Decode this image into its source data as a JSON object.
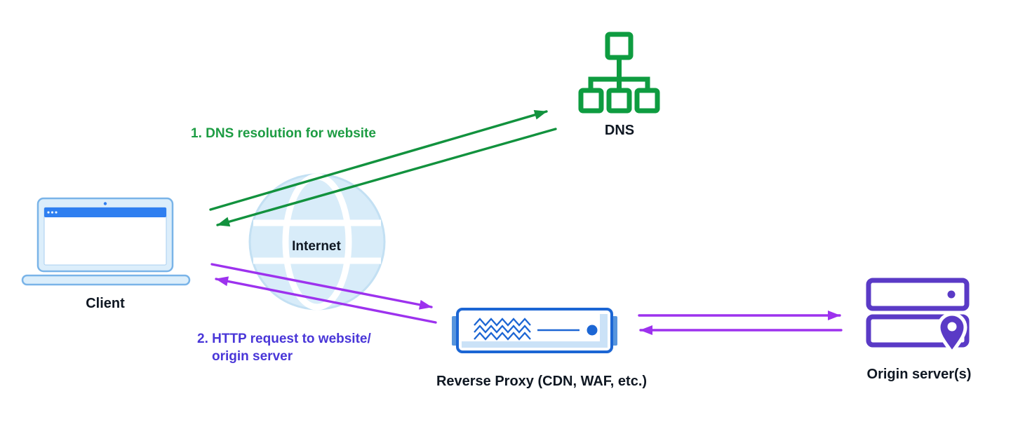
{
  "diagram": {
    "nodes": {
      "client": {
        "label": "Client",
        "icon": "laptop-icon"
      },
      "internet": {
        "label": "Internet",
        "icon": "globe-icon"
      },
      "dns": {
        "label": "DNS",
        "icon": "network-tree-icon"
      },
      "reverse_proxy": {
        "label": "Reverse Proxy (CDN, WAF, etc.)",
        "icon": "server-appliance-icon"
      },
      "origin": {
        "label": "Origin server(s)",
        "icon": "server-stack-location-pin-icon"
      }
    },
    "annotations": {
      "step1": {
        "text": "1. DNS resolution for website",
        "color": "#1d9c43"
      },
      "step2": {
        "line1": "2. HTTP request to website/",
        "line2": "origin server",
        "color": "#4936d8"
      }
    },
    "flows": [
      {
        "name": "client-dns",
        "direction": "bidirectional",
        "color": "#12923e"
      },
      {
        "name": "client-reverse-proxy",
        "direction": "bidirectional",
        "color": "#9d32ee"
      },
      {
        "name": "reverse-proxy-origin",
        "direction": "bidirectional",
        "color": "#9d32ee"
      }
    ],
    "colors": {
      "green_arrow": "#12923e",
      "green_text": "#1d9c43",
      "purple_arrow": "#9d32ee",
      "indigo_text": "#4936d8",
      "proxy_blue": "#1c66d4",
      "origin_purple": "#5a3ac6",
      "laptop_blue": "#3b82f0",
      "light_blue": "#dceefb"
    }
  }
}
